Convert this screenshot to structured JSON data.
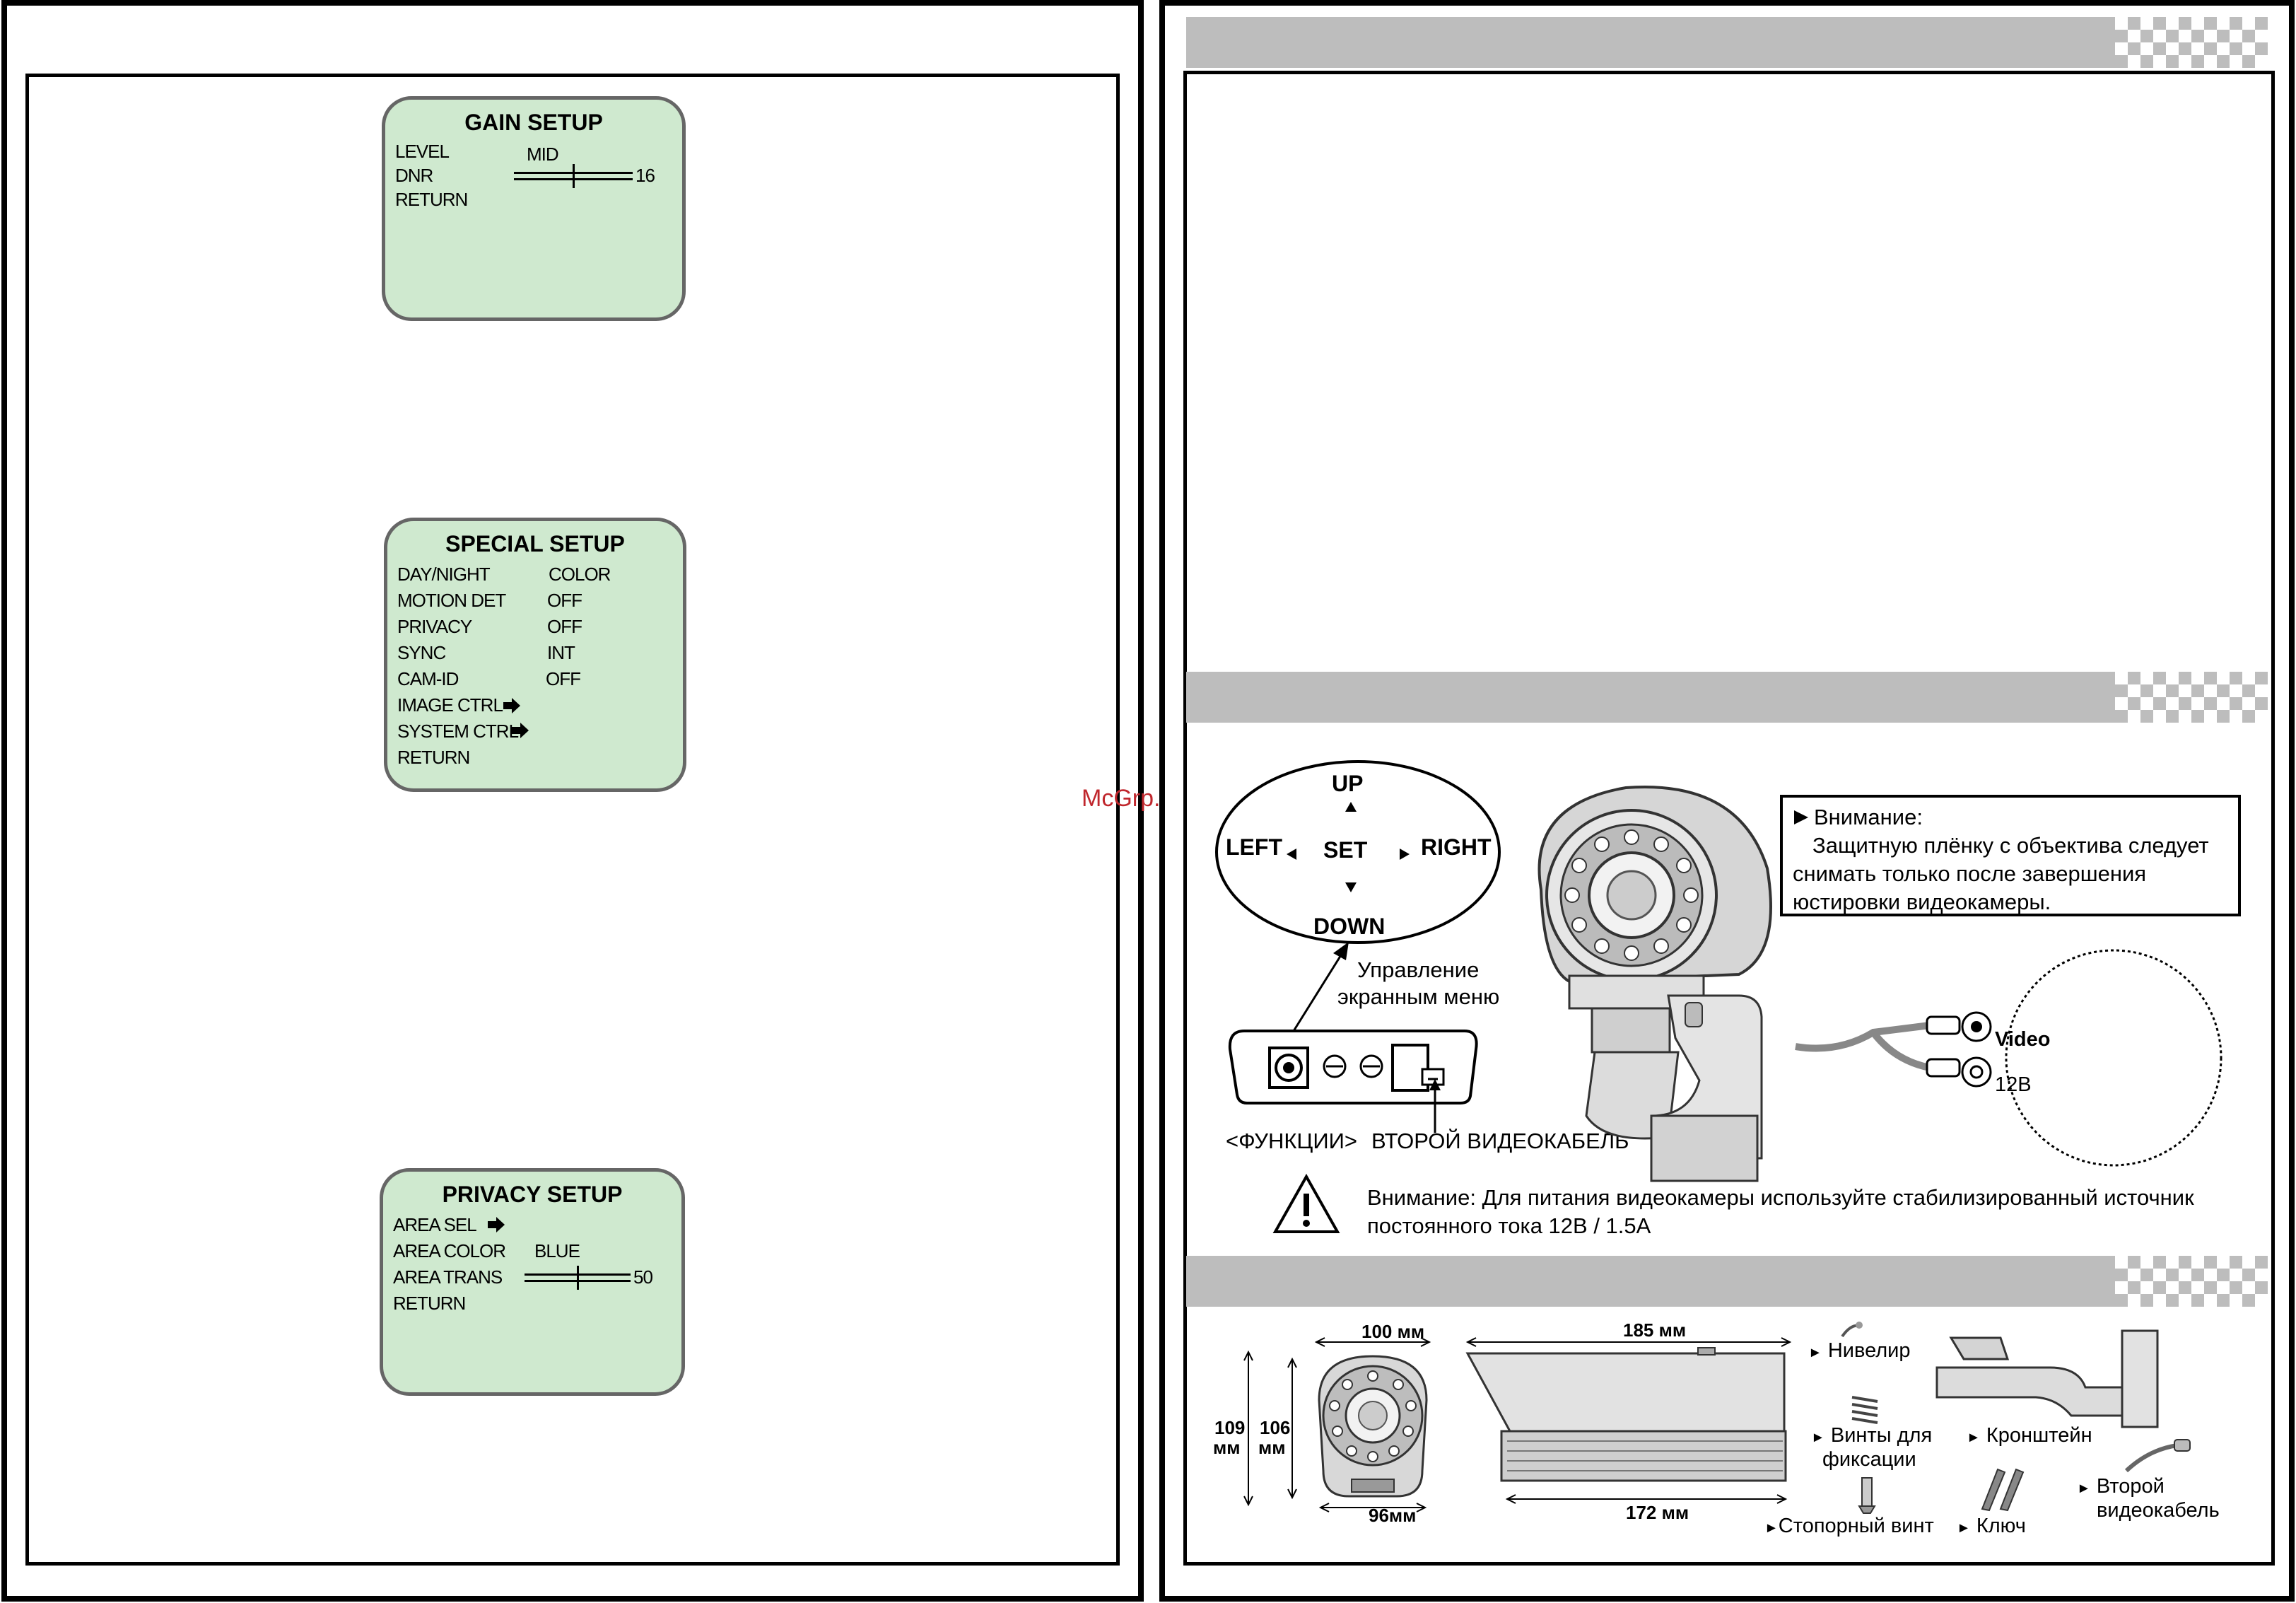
{
  "left_page": {
    "gain_setup": {
      "title": "GAIN SETUP",
      "rows": [
        {
          "label": "LEVEL",
          "value": "MID"
        },
        {
          "label": "DNR",
          "value": "16"
        },
        {
          "label": "RETURN",
          "value": ""
        }
      ],
      "dnr_level": 0.5
    },
    "special_setup": {
      "title": "SPECIAL SETUP",
      "rows": [
        {
          "label": "DAY/NIGHT",
          "value": "COLOR"
        },
        {
          "label": "MOTION DET",
          "value": "OFF"
        },
        {
          "label": "PRIVACY",
          "value": "OFF"
        },
        {
          "label": "SYNC",
          "value": "INT"
        },
        {
          "label": "CAM-ID",
          "value": "OFF"
        },
        {
          "label": "IMAGE CTRL",
          "value": ""
        },
        {
          "label": "SYSTEM CTRL",
          "value": ""
        },
        {
          "label": "RETURN",
          "value": ""
        }
      ]
    },
    "privacy_setup": {
      "title": "PRIVACY SETUP",
      "rows": [
        {
          "label": "AREA SEL",
          "value": ""
        },
        {
          "label": "AREA COLOR",
          "value": "BLUE"
        },
        {
          "label": "AREA TRANS",
          "value": "50"
        },
        {
          "label": "RETURN",
          "value": ""
        }
      ],
      "area_trans_level": 0.5
    }
  },
  "watermark": "McGrp.Ru",
  "right_page": {
    "controls": {
      "up": "UP",
      "down": "DOWN",
      "left": "LEFT",
      "right": "RIGHT",
      "set": "SET",
      "menu_label_line1": "Управление",
      "menu_label_line2": "экранным меню",
      "functions_label": "<ФУНКЦИИ>",
      "second_cable_label": "ВТОРОЙ ВИДЕОКАБЕЛЬ"
    },
    "attention_box": {
      "heading": "Внимание:",
      "line1": "Защитную плёнку с объектива следует",
      "line2": "снимать только после завершения",
      "line3": "юстировки видеокамеры."
    },
    "connectors": {
      "video": "Video",
      "power": "12В"
    },
    "power_warning": {
      "line1": "Внимание: Для питания видеокамеры используйте стабилизированный источник",
      "line2": "постоянного тока 12В / 1.5А"
    },
    "dimensions": {
      "front_width_top": "100 мм",
      "front_width_bottom": "96мм",
      "outer_height_value": "109",
      "outer_height_unit": "мм",
      "inner_height_value": "106",
      "inner_height_unit": "мм",
      "body_length_top": "185 мм",
      "body_length_bottom": "172 мм"
    },
    "accessories": {
      "level": "Нивелир",
      "screws_line1": "Винты для",
      "screws_line2": "фиксации",
      "bracket": "Кронштейн",
      "stop_screw": "Стопорный винт",
      "key": "Ключ",
      "second_cable_line1": "Второй",
      "second_cable_line2": "видеокабель"
    }
  },
  "colors": {
    "osd_background": "#cfe9cf",
    "osd_border": "#666666",
    "section_bar": "#bdbdbd",
    "watermark": "#c0272d"
  }
}
